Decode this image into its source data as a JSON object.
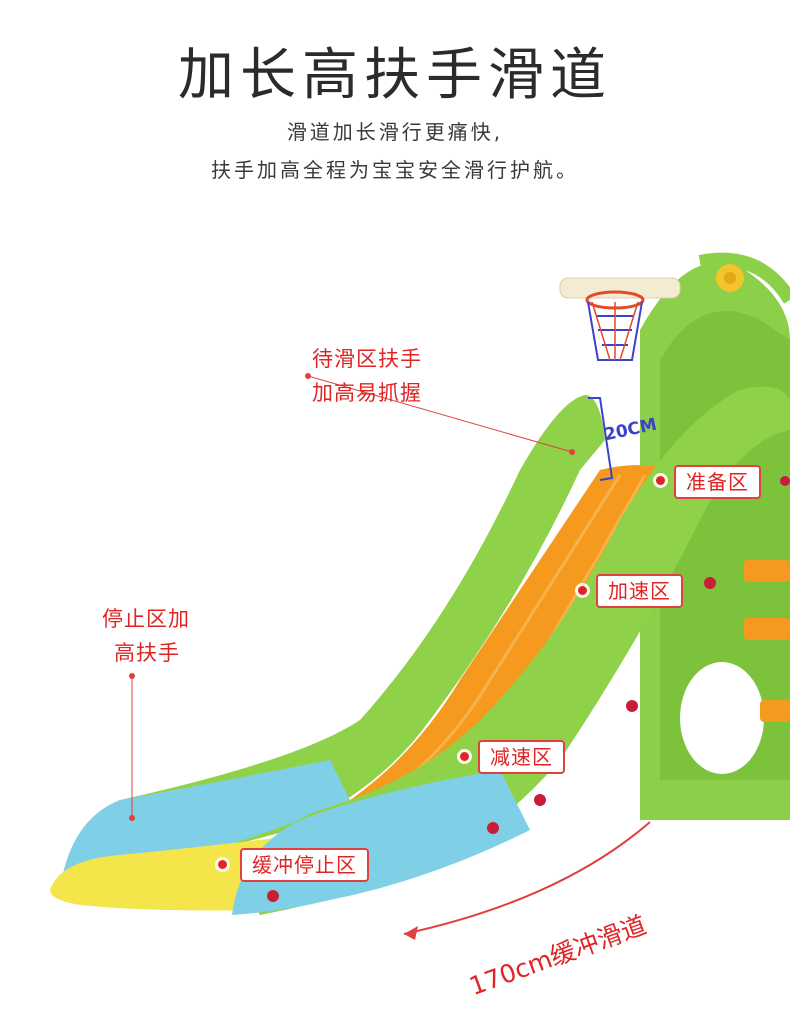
{
  "header": {
    "title": "加长高扶手滑道",
    "subtitle_line1": "滑道加长滑行更痛快,",
    "subtitle_line2": "扶手加高全程为宝宝安全滑行护航。"
  },
  "annotations": {
    "handrail_wait_line1": "待滑区扶手",
    "handrail_wait_line2": "加高易抓握",
    "handrail_stop_line1": "停止区加",
    "handrail_stop_line2": "高扶手",
    "height_measure": "20CM",
    "slide_length": "170cm缓冲滑道"
  },
  "zones": {
    "prepare": "准备区",
    "accelerate": "加速区",
    "decelerate": "减速区",
    "buffer_stop": "缓冲停止区"
  },
  "colors": {
    "accent_red": "#e02424",
    "slide_green": "#8fd24a",
    "slide_orange": "#f59a1f",
    "slide_blue": "#7fd0e6",
    "slide_yellow": "#f4e64a",
    "measure_blue": "#3a43c9"
  }
}
